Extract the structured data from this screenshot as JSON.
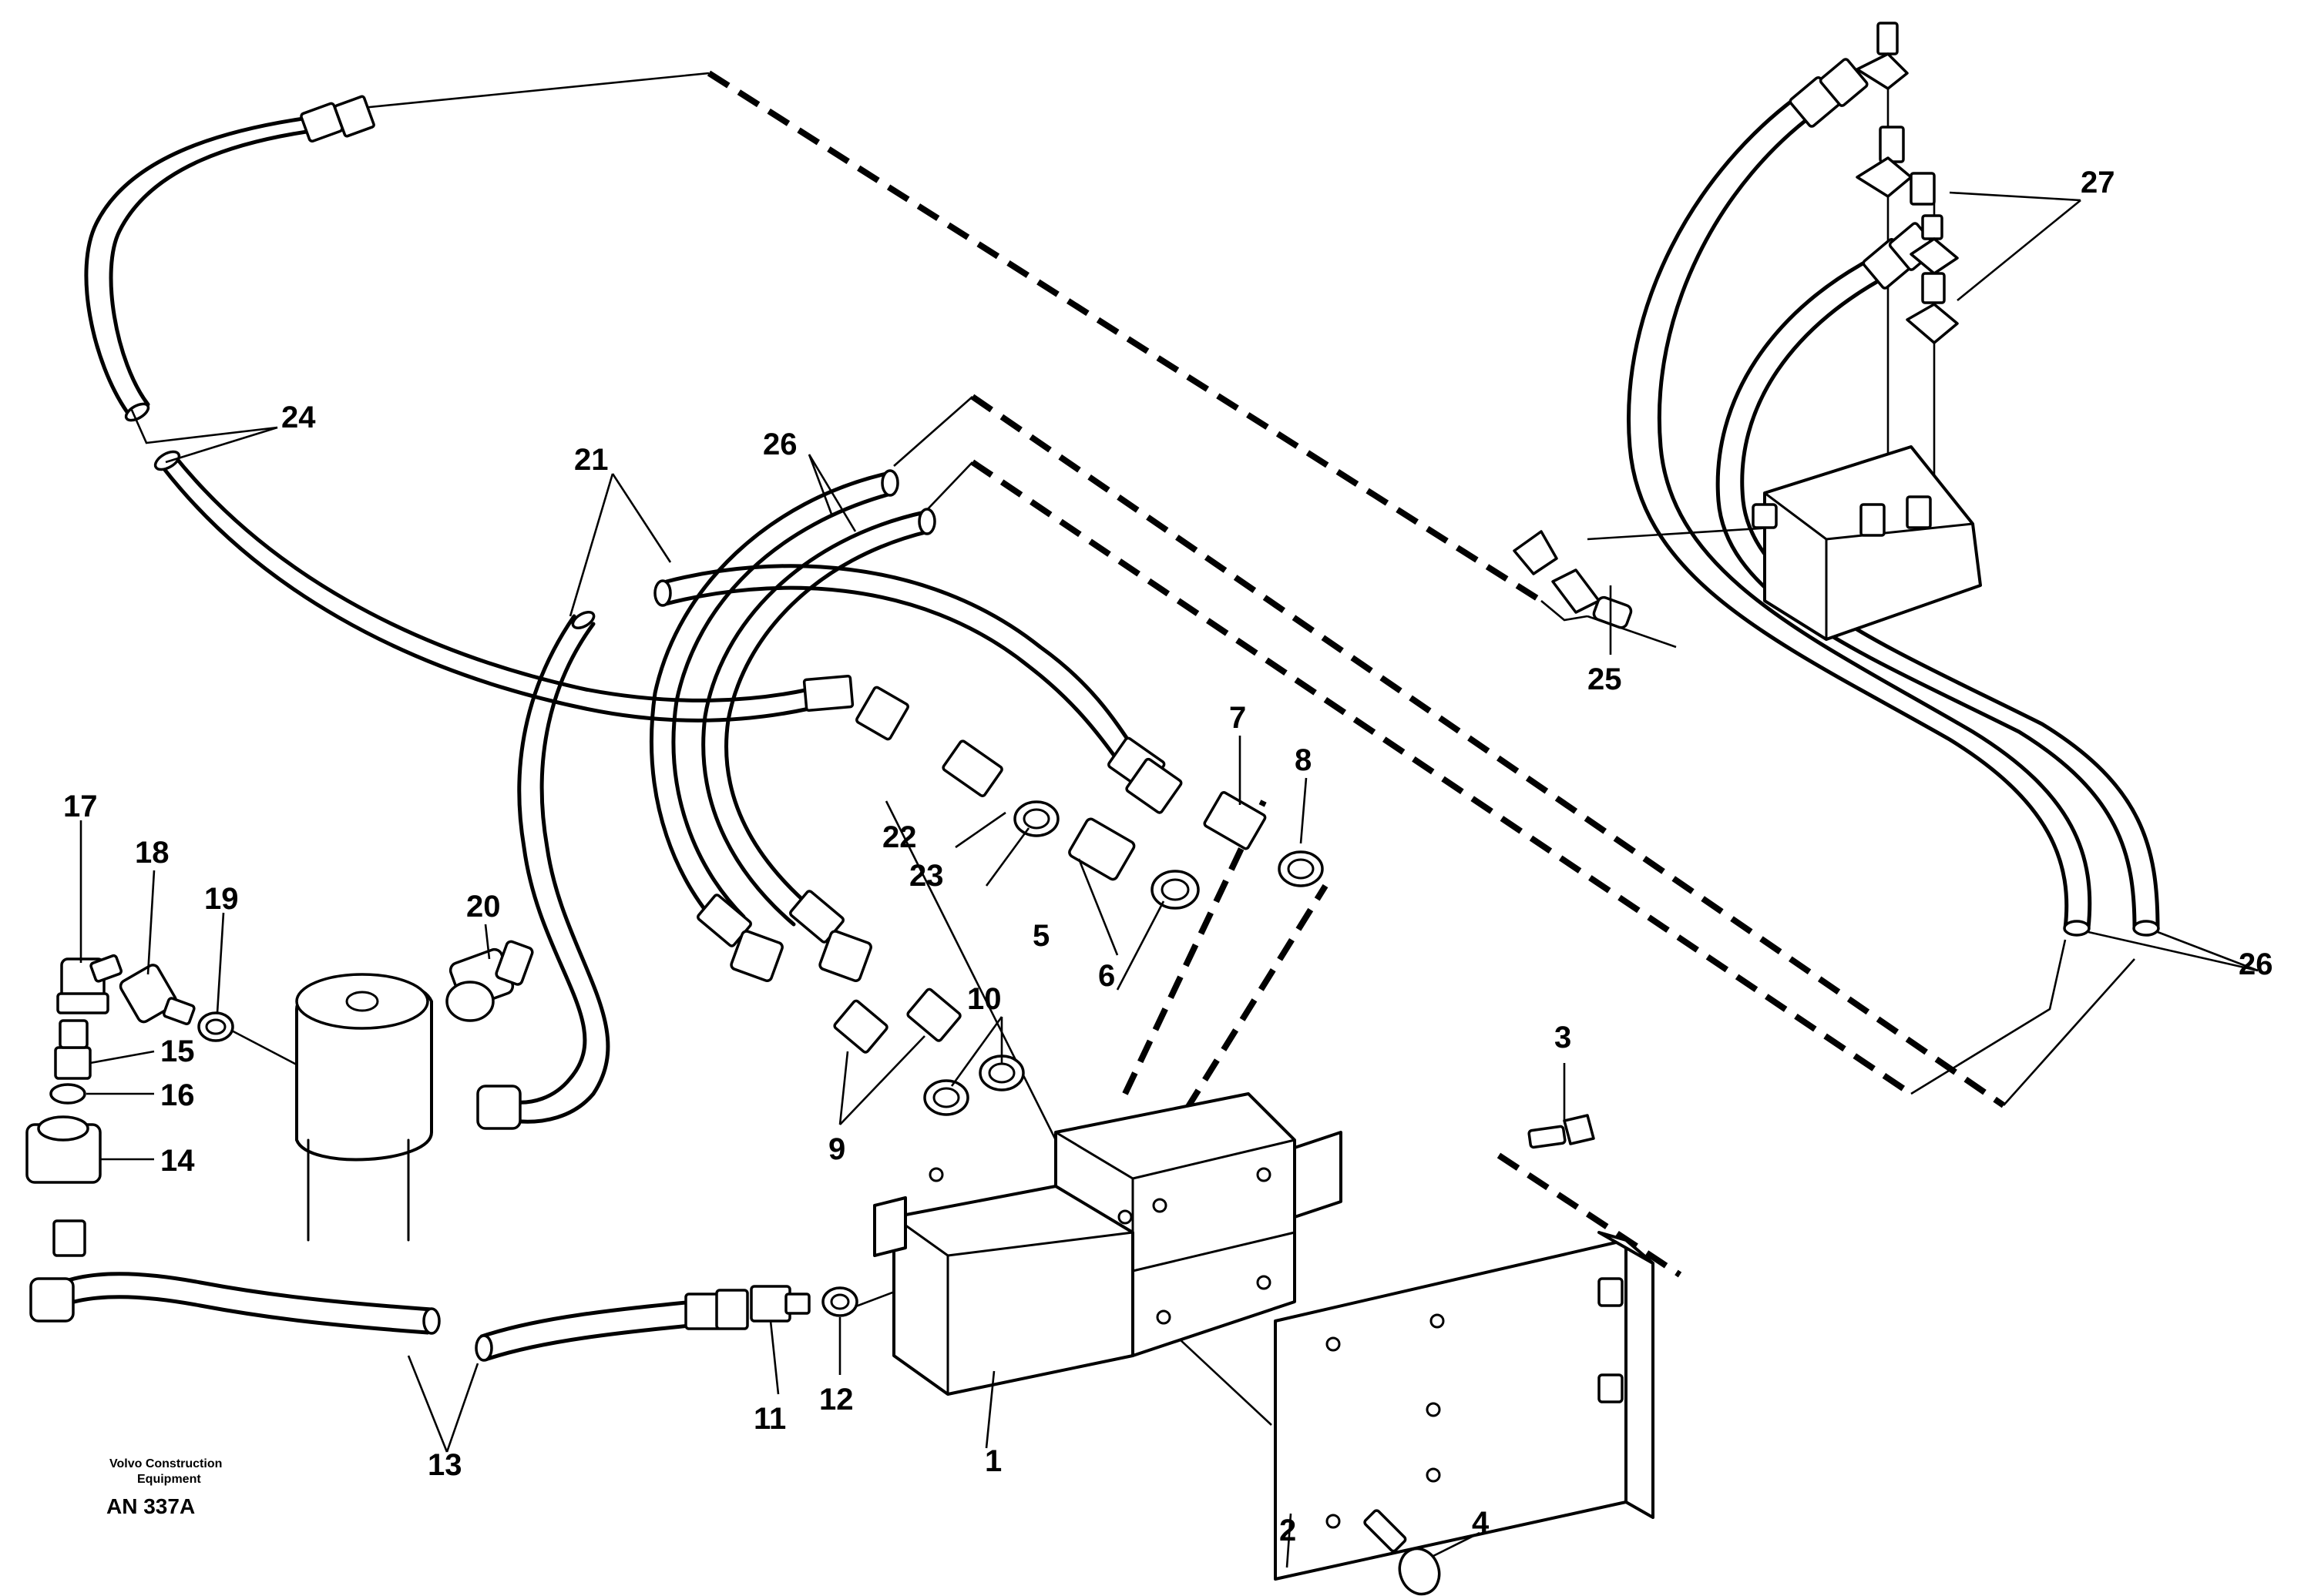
{
  "caption": {
    "company_line1": "Volvo Construction",
    "company_line2": "Equipment",
    "code": "AN 337A"
  },
  "callouts": {
    "c1": "1",
    "c2": "2",
    "c3": "3",
    "c4": "4",
    "c5": "5",
    "c6": "6",
    "c7": "7",
    "c8": "8",
    "c9": "9",
    "c10": "10",
    "c11": "11",
    "c12": "12",
    "c13": "13",
    "c14": "14",
    "c15": "15",
    "c16": "16",
    "c17": "17",
    "c18": "18",
    "c19": "19",
    "c20": "20",
    "c21": "21",
    "c22": "22",
    "c23": "23",
    "c24": "24",
    "c25": "25",
    "c26a": "26",
    "c26b": "26",
    "c27": "27"
  }
}
